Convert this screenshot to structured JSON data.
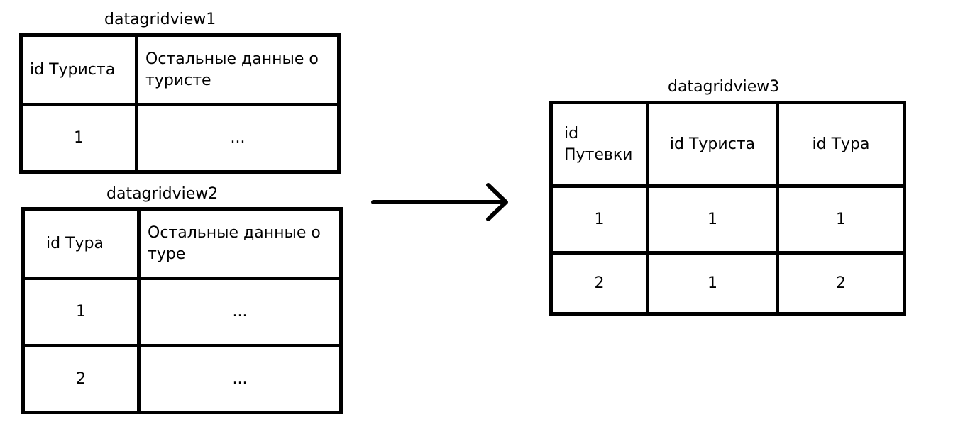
{
  "grid1": {
    "title": "datagridview1",
    "headers": [
      "id Туриста",
      "Остальные данные о туристе"
    ],
    "rows": [
      [
        "1",
        "..."
      ]
    ]
  },
  "grid2": {
    "title": "datagridview2",
    "headers": [
      "id Тура",
      "Остальные данные о туре"
    ],
    "rows": [
      [
        "1",
        "..."
      ],
      [
        "2",
        "..."
      ]
    ]
  },
  "grid3": {
    "title": "datagridview3",
    "headers": [
      "id Путевки",
      "id Туриста",
      "id Тура"
    ],
    "rows": [
      [
        "1",
        "1",
        "1"
      ],
      [
        "2",
        "1",
        "2"
      ]
    ]
  }
}
